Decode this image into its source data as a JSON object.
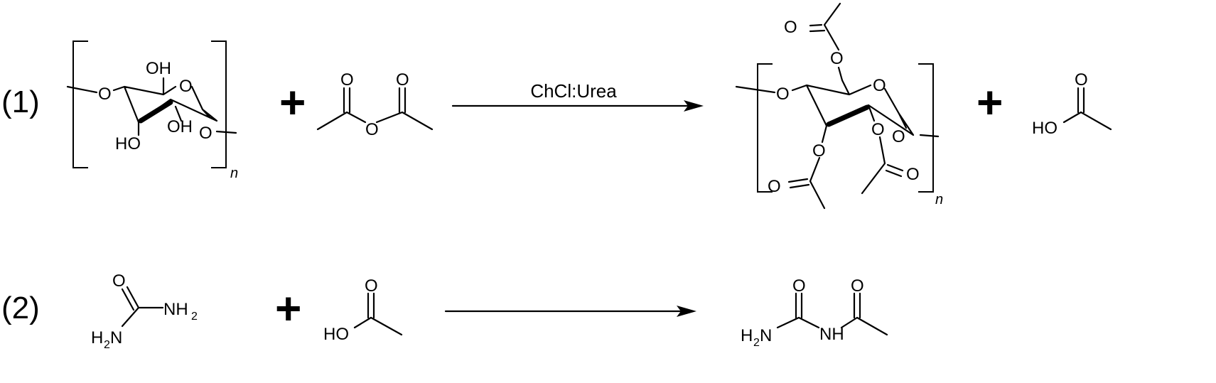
{
  "reactions": [
    {
      "number": "(1)",
      "plus_1": "+",
      "plus_2": "+",
      "reagent": "ChCl:Urea",
      "reactant_1": {
        "repeat": "n",
        "labels": [
          "O",
          "OH",
          "O",
          "HO",
          "OH",
          "O"
        ]
      },
      "reactant_2": {
        "labels": [
          "O",
          "O",
          "O"
        ]
      },
      "product_1": {
        "repeat": "n",
        "labels": [
          "O",
          "O",
          "O",
          "O",
          "O",
          "O",
          "O",
          "O",
          "O"
        ]
      },
      "product_2": {
        "labels": [
          "O",
          "HO"
        ]
      }
    },
    {
      "number": "(2)",
      "plus_1": "+",
      "reagent": "",
      "reactant_1": {
        "labels": [
          "O",
          "NH",
          "2",
          "H",
          "2",
          "N"
        ]
      },
      "reactant_2": {
        "labels": [
          "O",
          "HO"
        ]
      },
      "product_1": {
        "labels": [
          "O",
          "O",
          "H",
          "2",
          "N",
          "NH"
        ]
      }
    }
  ]
}
